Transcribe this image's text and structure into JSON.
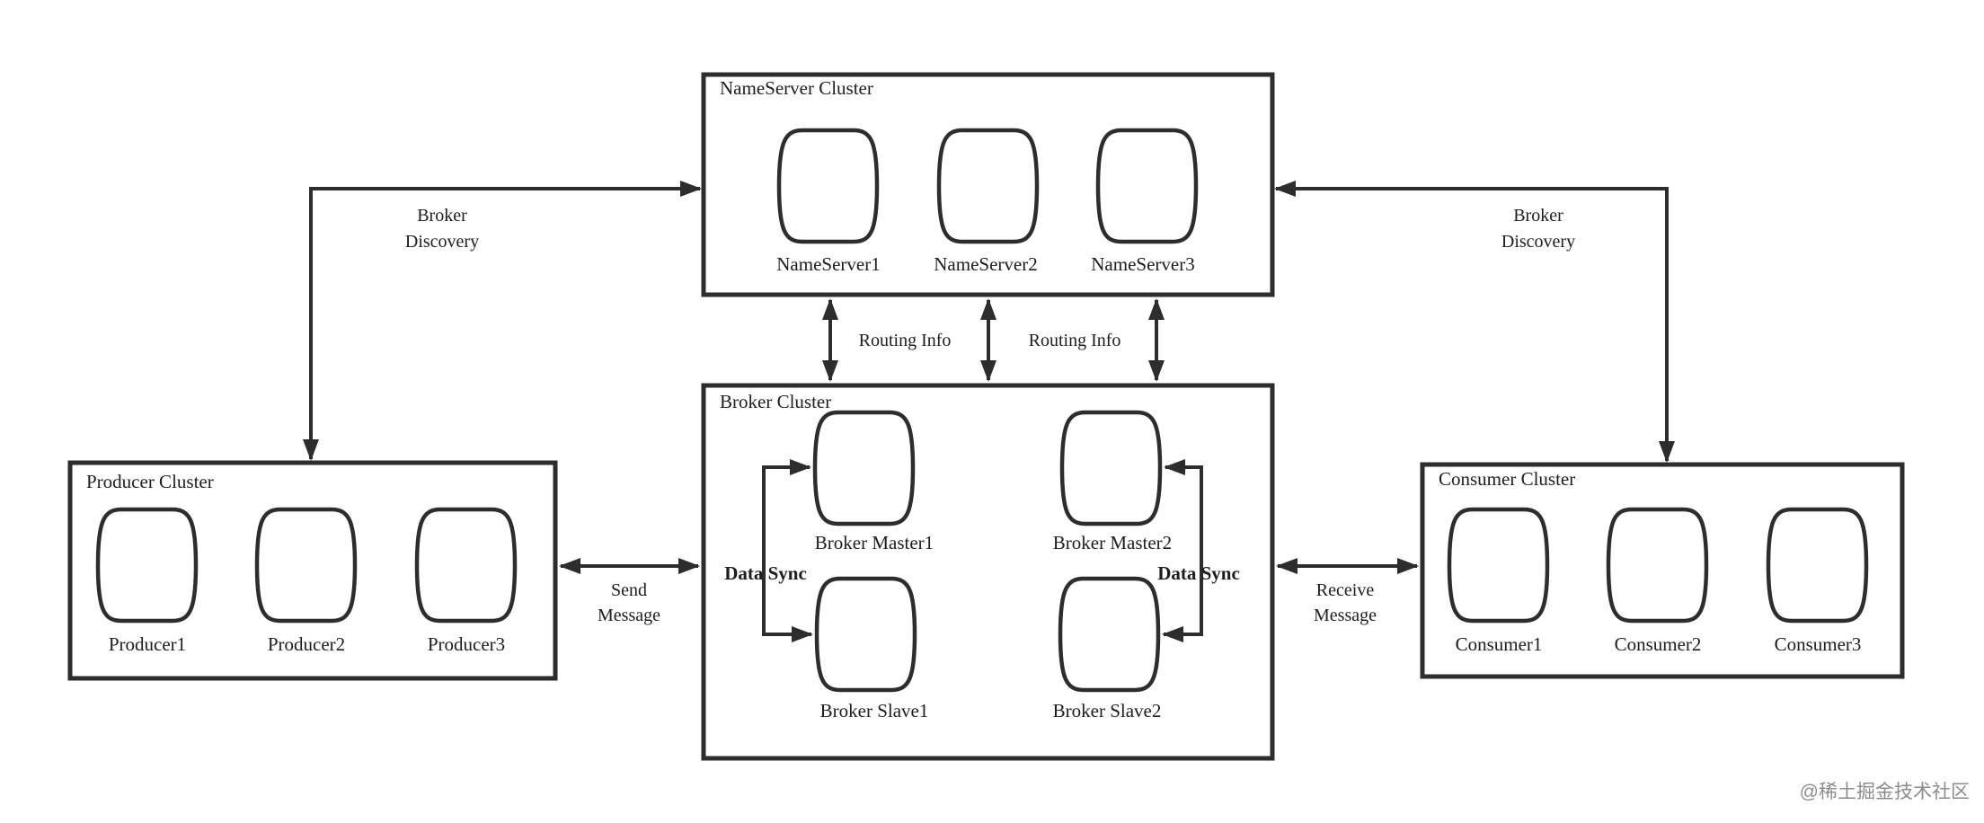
{
  "clusters": {
    "nameserver": {
      "title": "NameServer Cluster",
      "nodes": [
        "NameServer1",
        "NameServer2",
        "NameServer3"
      ]
    },
    "producer": {
      "title": "Producer Cluster",
      "nodes": [
        "Producer1",
        "Producer2",
        "Producer3"
      ]
    },
    "consumer": {
      "title": "Consumer Cluster",
      "nodes": [
        "Consumer1",
        "Consumer2",
        "Consumer3"
      ]
    },
    "broker": {
      "title": "Broker Cluster",
      "nodes": [
        "Broker Master1",
        "Broker Master2",
        "Broker Slave1",
        "Broker Slave2"
      ]
    }
  },
  "edges": {
    "broker_discovery_left": {
      "line1": "Broker",
      "line2": "Discovery"
    },
    "broker_discovery_right": {
      "line1": "Broker",
      "line2": "Discovery"
    },
    "routing_info_left": "Routing Info",
    "routing_info_right": "Routing Info",
    "send_message": {
      "line1": "Send",
      "line2": "Message"
    },
    "receive_message": {
      "line1": "Receive",
      "line2": "Message"
    },
    "data_sync_left": "Data Sync",
    "data_sync_right": "Data Sync"
  },
  "watermark": "@稀土掘金技术社区",
  "colors": {
    "line": "#2d2d2d",
    "background": "#ffffff",
    "watermark": "#8c8c8c"
  }
}
